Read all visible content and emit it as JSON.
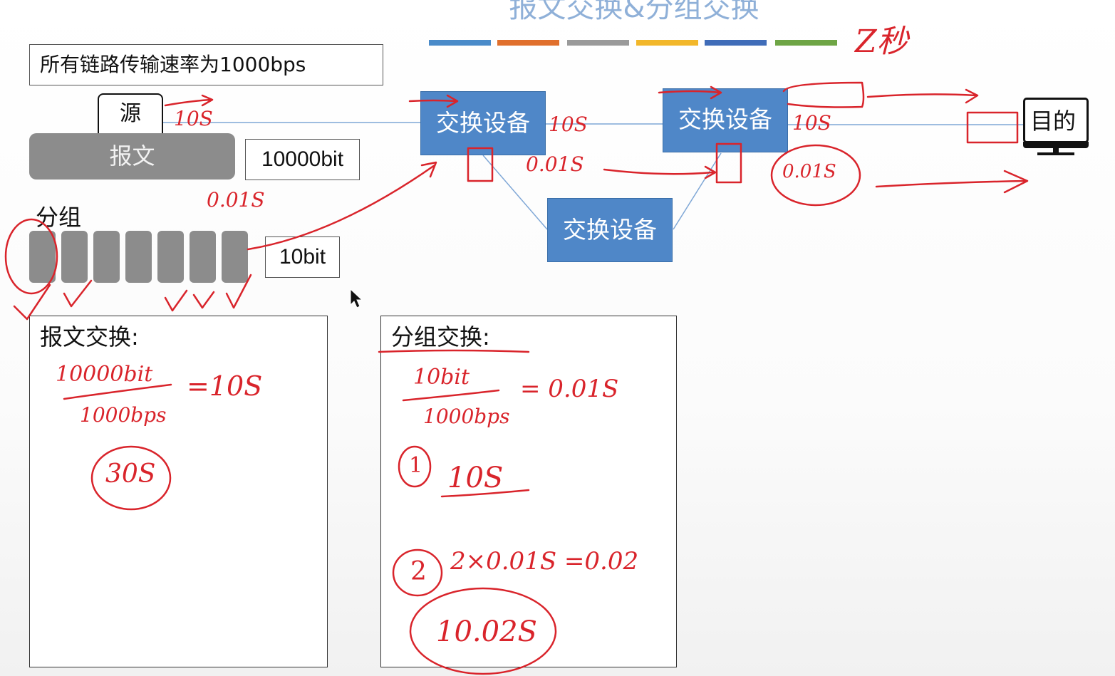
{
  "slide": {
    "title": "报文交换&分组交换",
    "color_bars": [
      "#4a8bc9",
      "#e06f2c",
      "#9a9a9a",
      "#f2b72a",
      "#3f6cb8",
      "#6ea545"
    ],
    "link_rate_note": "所有链路传输速率为1000bps",
    "source_label": "源",
    "message_label": "报文",
    "message_size": "10000bit",
    "packets_label": "分组",
    "packet_count": 7,
    "packet_size": "10bit",
    "switch_labels": [
      "交换设备",
      "交换设备",
      "交换设备"
    ],
    "destination_label": "目的",
    "message_switching_title": "报文交换:",
    "packet_switching_title": "分组交换:"
  },
  "colors": {
    "switch_fill": "#4f87c8",
    "link_line": "#7fa7d6",
    "ink": "#d9242b",
    "packet_gray": "#8c8c8c"
  },
  "annotations": {
    "link1_time": "10S",
    "link2_time": "10S",
    "link3_time": "10S",
    "packet_time": "0.01S",
    "hop_time": "0.01S",
    "final_hop_time": "0.01S",
    "corner_note": "Z秒",
    "msg_numerator": "10000bit",
    "msg_denominator": "1000bps",
    "msg_result": "=10S",
    "msg_total": "30S",
    "pkt_numerator": "10bit",
    "pkt_denominator": "1000bps",
    "pkt_result": "= 0.01S",
    "step1_num": "1",
    "step1_val": "10S",
    "step2_num": "2",
    "step2_val": "2×0.01S =0.02",
    "pkt_total": "10.02S"
  }
}
